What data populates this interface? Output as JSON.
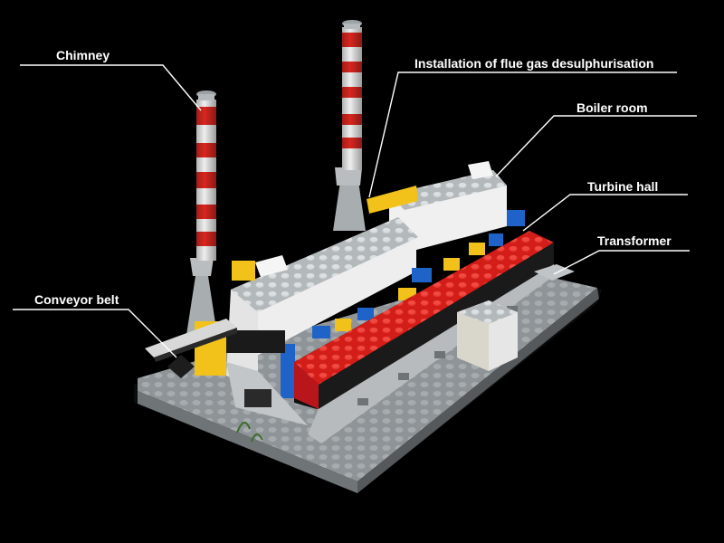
{
  "labels": {
    "chimney": "Chimney",
    "fgd": "Installation of flue gas desulphurisation",
    "boiler_room": "Boiler room",
    "turbine_hall": "Turbine hall",
    "transformer": "Transformer",
    "conveyor_belt": "Conveyor belt"
  },
  "colors": {
    "background": "#000000",
    "chimney_red": "#d8261f",
    "chimney_white": "#eeeeee",
    "roof_gray": "#b9bec1",
    "wall_white": "#f2f2f2",
    "turbine_red": "#e01f1a",
    "accent_yellow": "#f2c21a",
    "accent_blue": "#1f63c8",
    "base_gray": "#9aa0a3",
    "band_black": "#141414",
    "leader_line": "#ffffff"
  }
}
